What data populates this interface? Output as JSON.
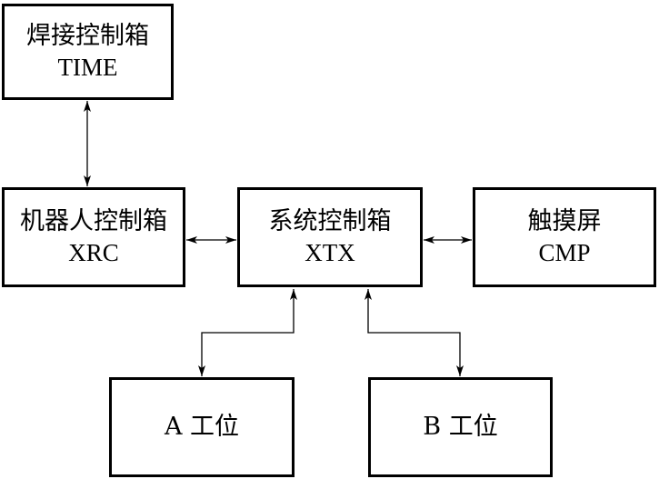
{
  "nodes": {
    "welding": {
      "title": "焊接控制箱",
      "code": "TIME"
    },
    "robot": {
      "title": "机器人控制箱",
      "code": "XRC"
    },
    "system": {
      "title": "系统控制箱",
      "code": "XTX"
    },
    "touch": {
      "title": "触摸屏",
      "code": "CMP"
    },
    "station_a": {
      "label": "A 工位"
    },
    "station_b": {
      "label": "B 工位"
    }
  }
}
